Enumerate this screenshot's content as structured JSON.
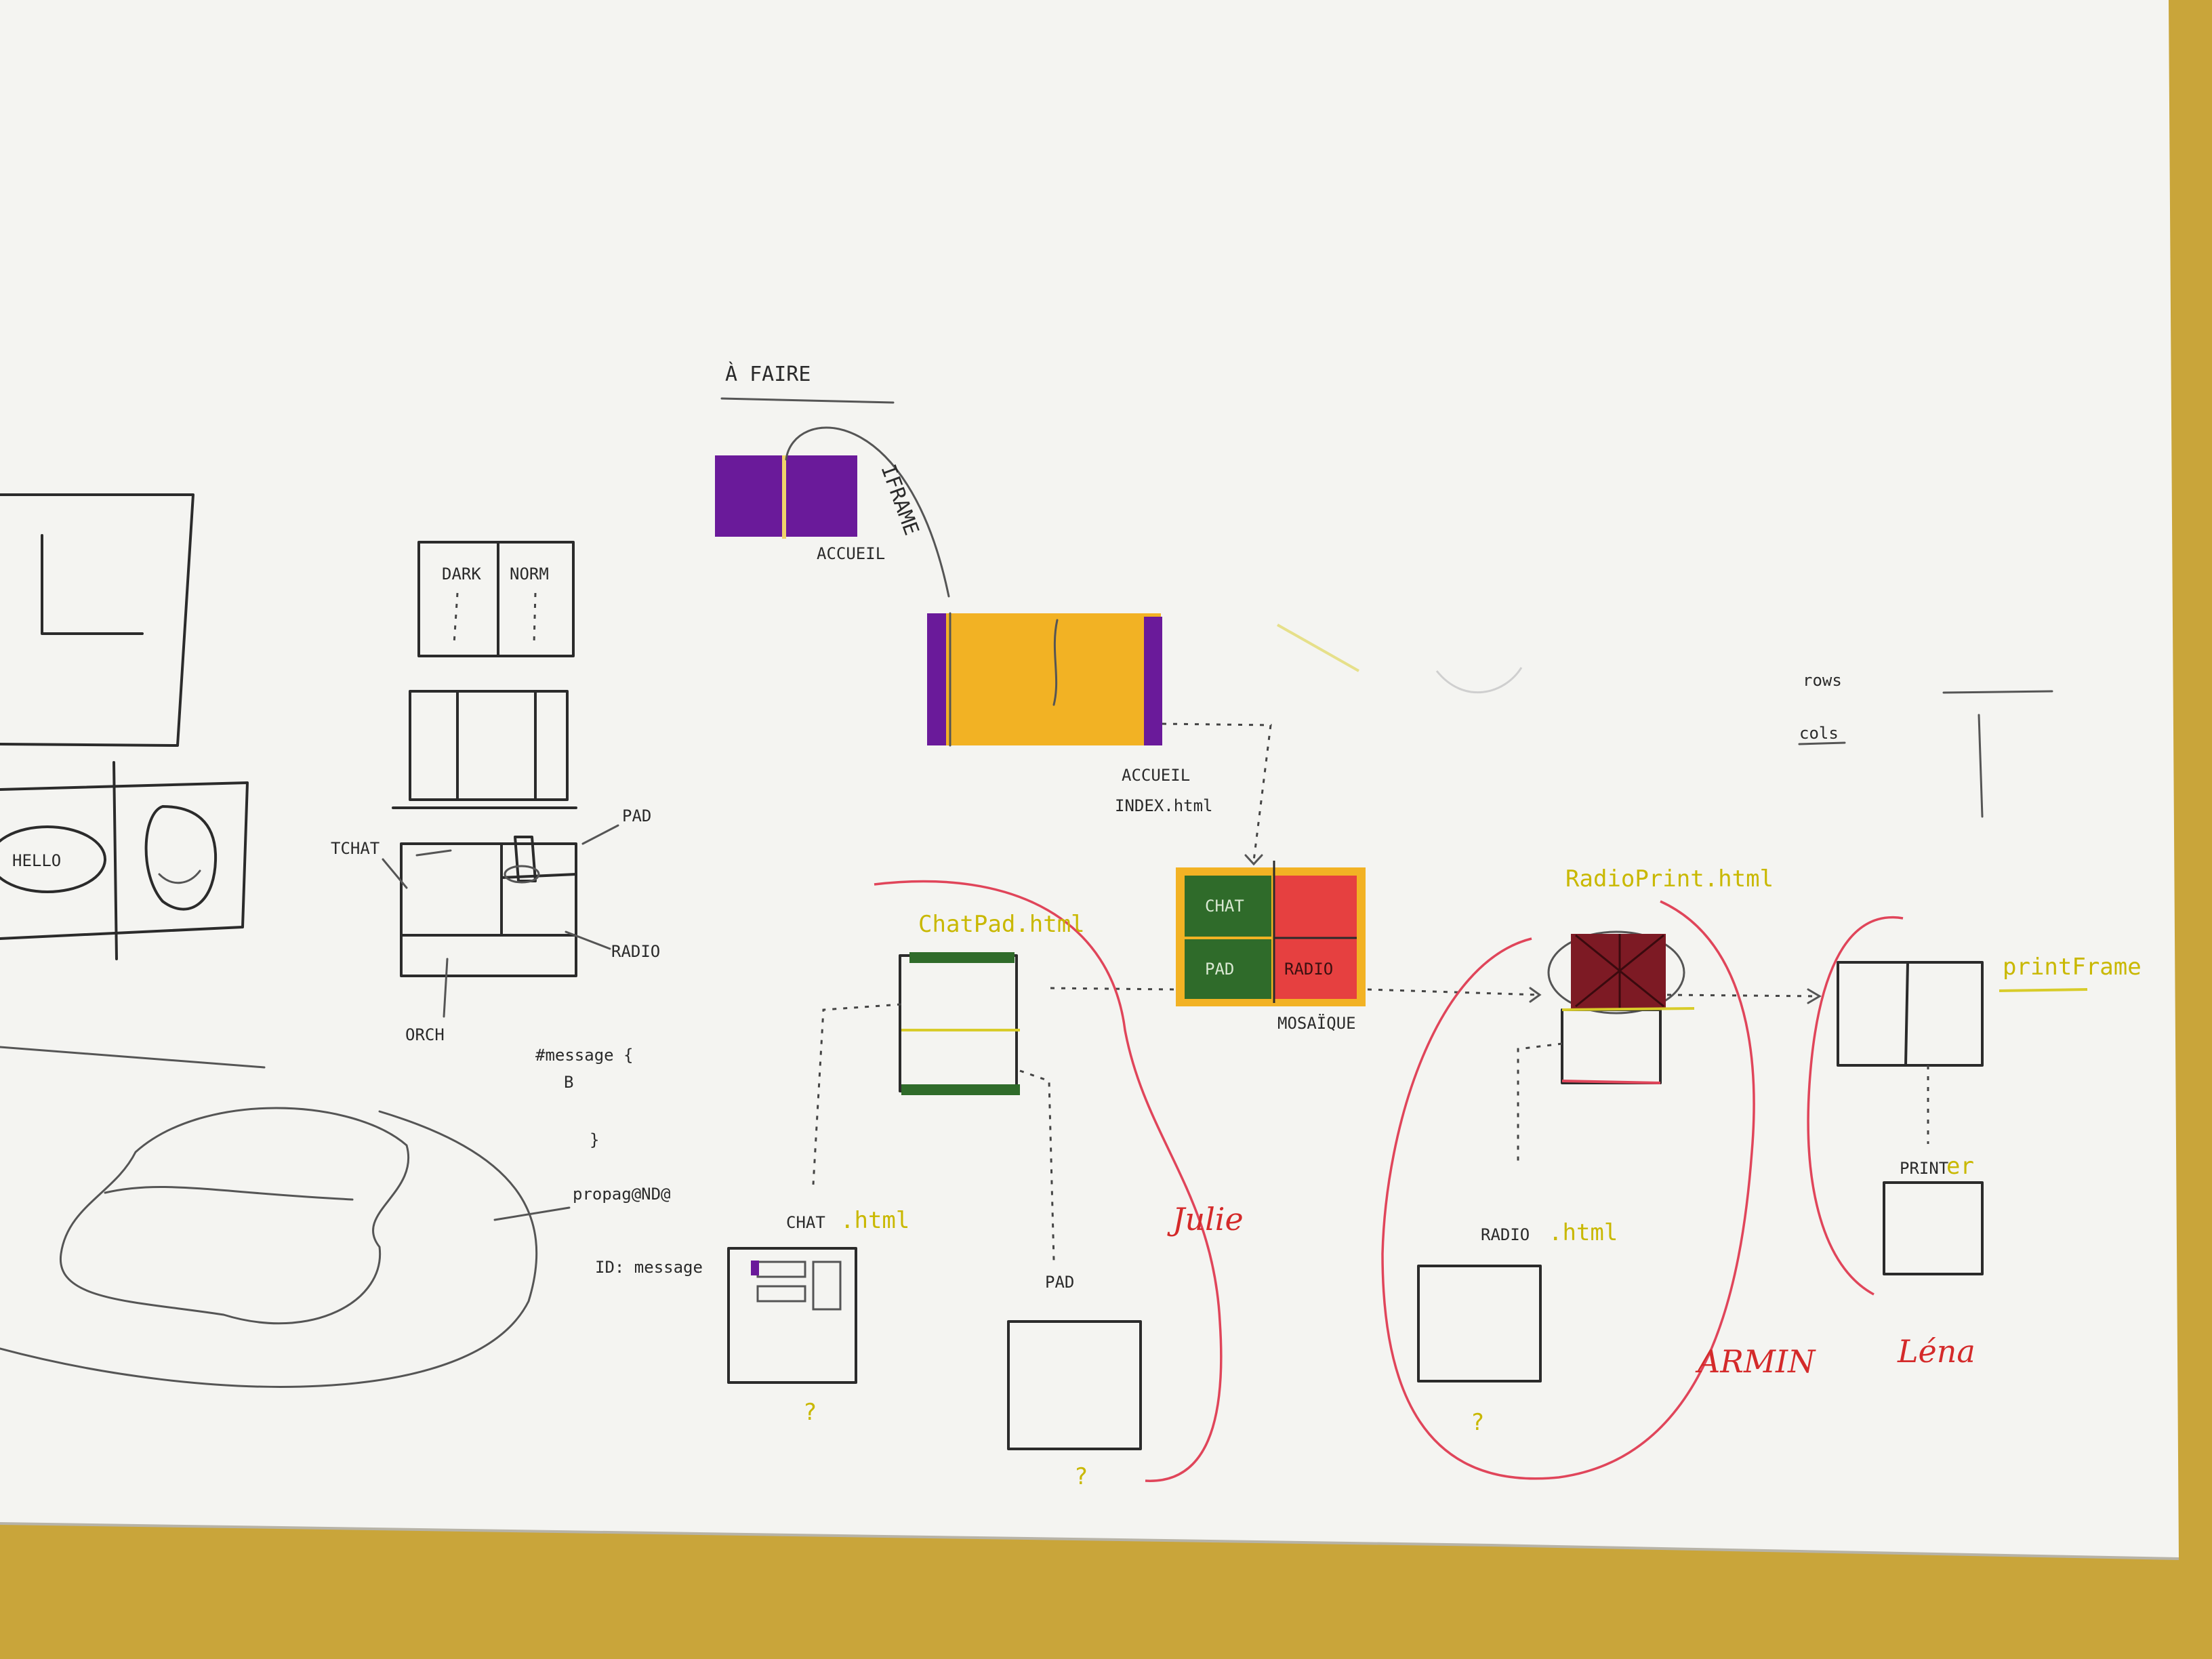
{
  "labels": {
    "a_faire": "À FAIRE",
    "iframe": "IFRAME",
    "accueil_top": "ACCUEIL",
    "accueil": "ACCUEIL",
    "index_html": "INDEX.html",
    "dark": "DARK",
    "norm": "NORM",
    "tchat": "TCHAT",
    "pad_top": "PAD",
    "radio_top": "RADIO",
    "orch": "ORCH",
    "hello": "HELLO",
    "message_rule": "#message {",
    "message_b": "B",
    "message_close": "}",
    "propaganda": "propag@ND@",
    "id_message": "ID: message",
    "chat_tile": "CHAT",
    "pad_tile": "PAD",
    "radio_tile": "RADIO",
    "mosaique": "MOSAÏQUE",
    "chatpad_html": "ChatPad.html",
    "chat_html_prefix": "CHAT",
    "chat_html_suffix": ".html",
    "pad": "PAD",
    "radio_html_prefix": "RADIO",
    "radio_html_suffix": ".html",
    "radioprint_html": "RadioPrint.html",
    "printframe": "printFrame",
    "printer_prefix": "PRINT",
    "printer_suffix": "er",
    "rows": "rows",
    "cols": "cols",
    "julie": "Julie",
    "armin": "ARMIN",
    "lena": "Léna",
    "question": "?"
  },
  "colors": {
    "paper": "#f4f4f1",
    "table": "#c9a53a",
    "purple": "#6a1a9a",
    "orange": "#f2b224",
    "green": "#2f6b2a",
    "red": "#e64040",
    "maroon": "#7d1a24",
    "yellow_pen": "#d8cc2a",
    "red_pen": "#e0455a",
    "ink": "#2b2b2b"
  }
}
